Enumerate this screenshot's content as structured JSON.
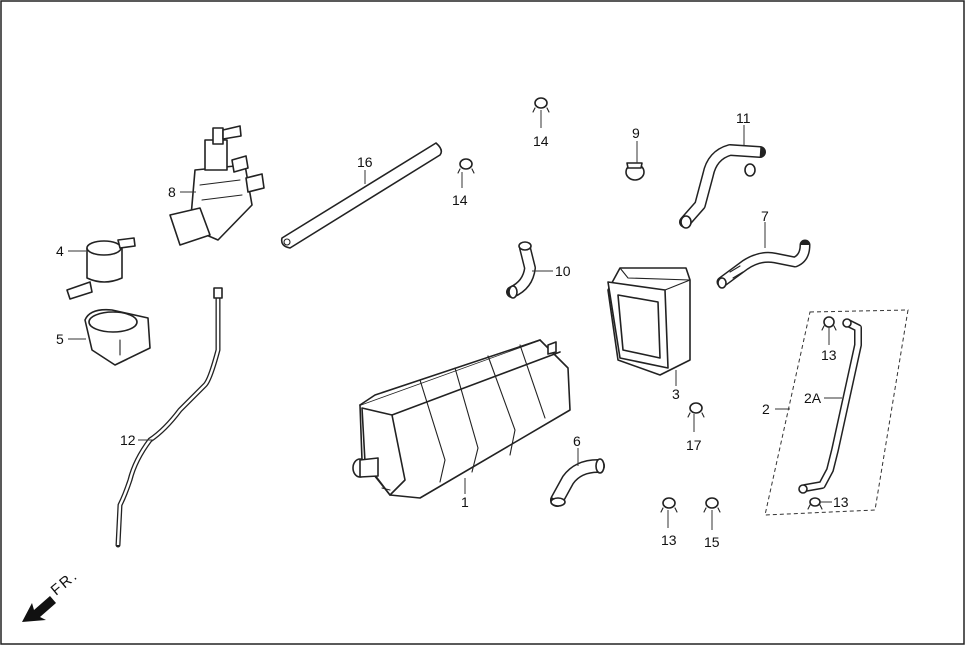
{
  "callouts": {
    "c1": "1",
    "c2": "2",
    "c2a": "2A",
    "c3": "3",
    "c4": "4",
    "c5": "5",
    "c6": "6",
    "c7": "7",
    "c8": "8",
    "c9": "9",
    "c10": "10",
    "c11": "11",
    "c12": "12",
    "c13a": "13",
    "c13b": "13",
    "c13c": "13",
    "c14a": "14",
    "c14b": "14",
    "c15": "15",
    "c16": "16",
    "c17": "17"
  },
  "direction": "FR.",
  "colors": {
    "line": "#222222",
    "background": "#ffffff",
    "arrow": "#111111"
  }
}
